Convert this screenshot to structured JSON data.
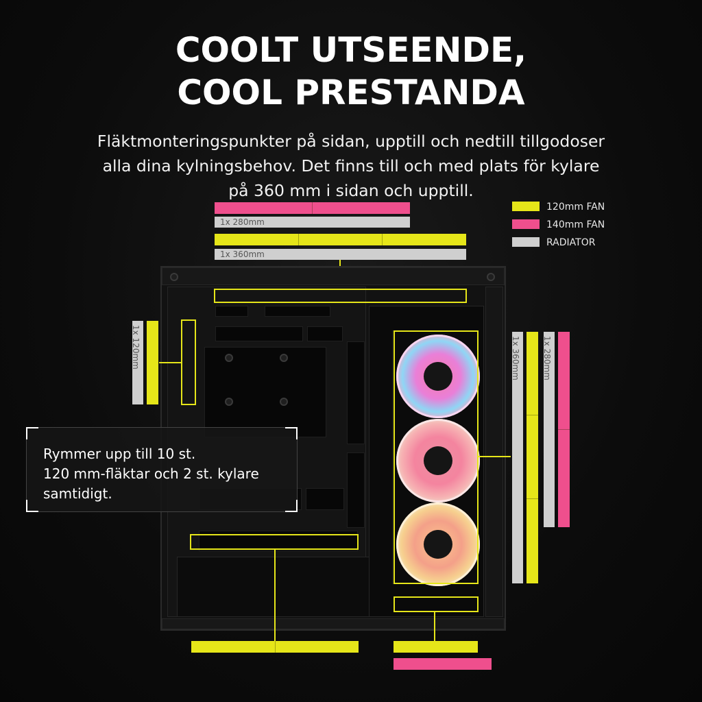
{
  "title_line1": "COOLT UTSEENDE,",
  "title_line2": "COOL PRESTANDA",
  "subtitle_line1": "Fläktmonteringspunkter på sidan, upptill och nedtill tillgodoser",
  "subtitle_line2": "alla dina kylningsbehov. Det finns till och med plats för kylare",
  "subtitle_line3": "på 360 mm i sidan och upptill.",
  "legend": [
    {
      "label": "120mm FAN",
      "color": "#e6e619"
    },
    {
      "label": "140mm FAN",
      "color": "#ef4f8d"
    },
    {
      "label": "RADIATOR",
      "color": "#cfcfcf"
    }
  ],
  "radiator_labels": {
    "top_280": "1x 280mm",
    "top_360": "1x 360mm",
    "rear_120": "1x 120mm",
    "side_360": "1x 360mm",
    "side_280": "1x 280mm"
  },
  "callout": {
    "line1": "Rymmer upp till 10 st.",
    "line2": "120 mm-fläktar och 2 st. kylare",
    "line3": "samtidigt."
  }
}
